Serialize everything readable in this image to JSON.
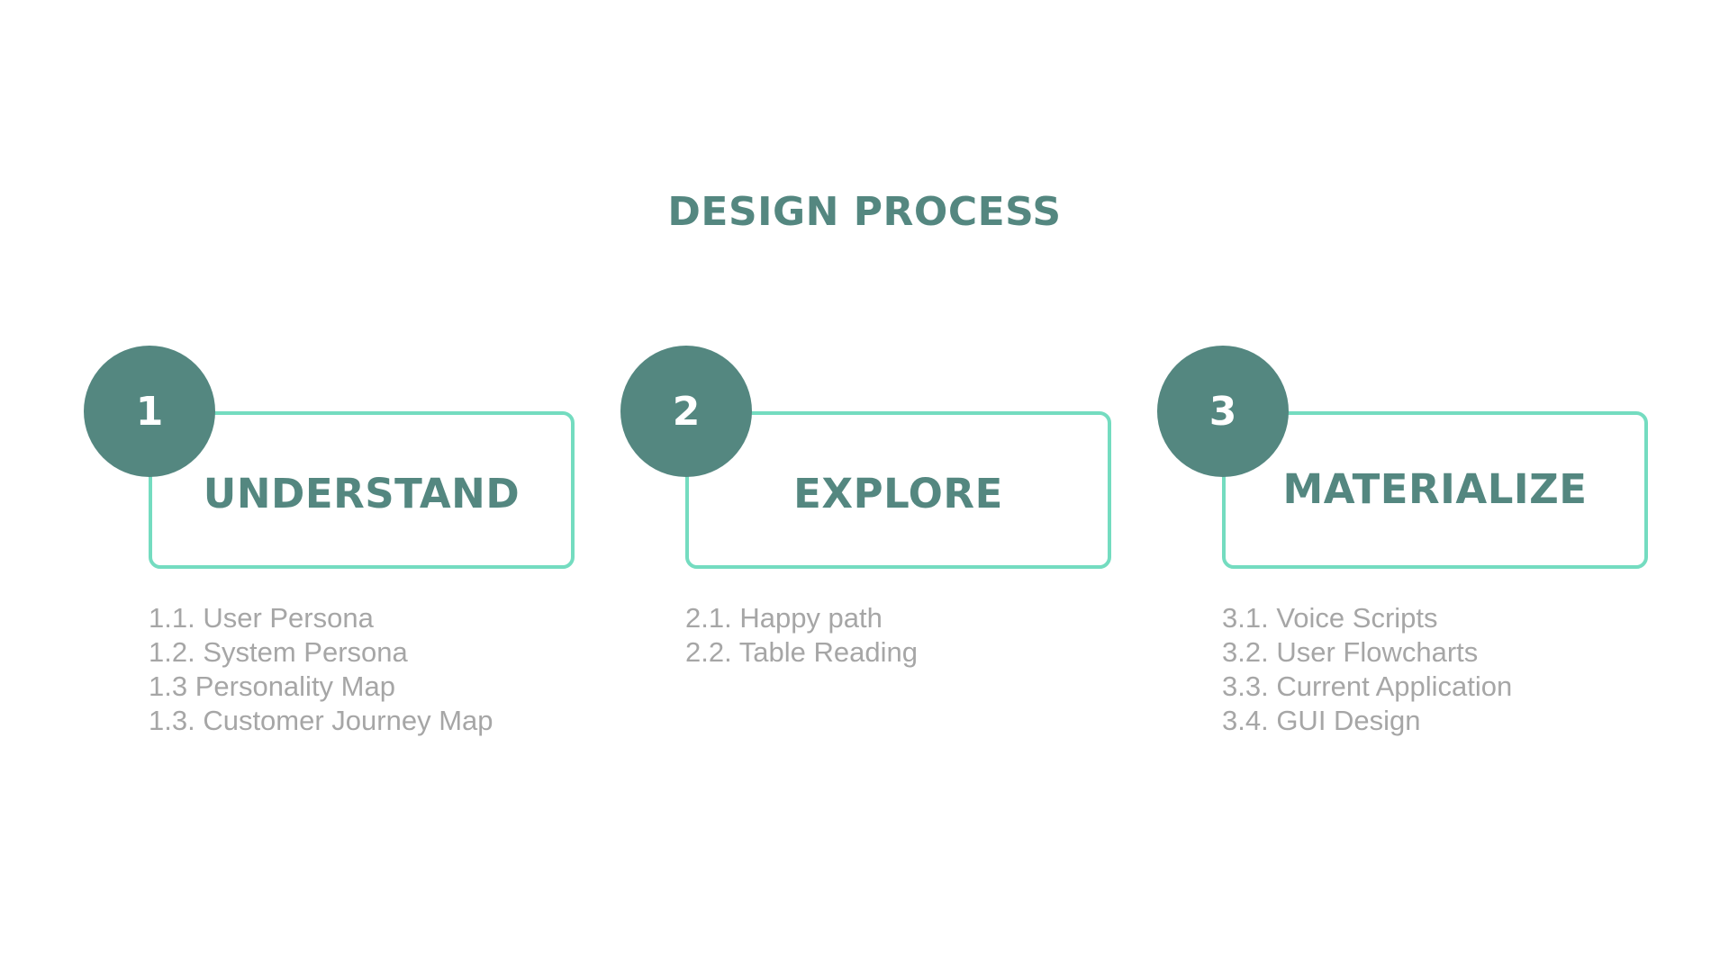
{
  "title": "DESIGN PROCESS",
  "colors": {
    "circle_fill": "#548780",
    "box_border": "#74dcc0",
    "heading_text": "#548780",
    "list_text": "#a6a6a6",
    "background": "#ffffff"
  },
  "steps": [
    {
      "number": "1",
      "name": "UNDERSTAND",
      "items": [
        "1.1. User Persona",
        "1.2. System Persona",
        "1.3 Personality Map",
        "1.3. Customer Journey Map"
      ]
    },
    {
      "number": "2",
      "name": "EXPLORE",
      "items": [
        "2.1. Happy path",
        "2.2. Table Reading"
      ]
    },
    {
      "number": "3",
      "name": "MATERIALIZE",
      "items": [
        "3.1. Voice Scripts",
        "3.2. User Flowcharts",
        "3.3. Current Application",
        "3.4. GUI Design"
      ]
    }
  ]
}
